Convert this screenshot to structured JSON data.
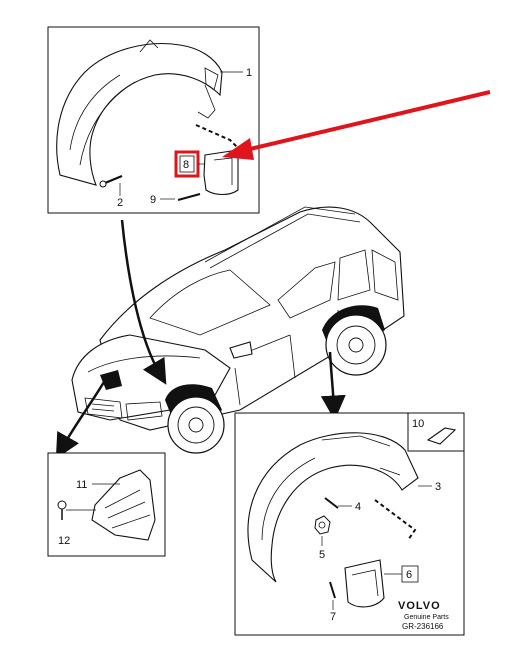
{
  "callouts": {
    "c1": "1",
    "c2": "2",
    "c3": "3",
    "c4": "4",
    "c5": "5",
    "c6": "6",
    "c7": "7",
    "c8": "8",
    "c9": "9",
    "c10": "10",
    "c11": "11",
    "c12": "12"
  },
  "brand": {
    "name": "VOLVO",
    "subtitle": "Genuine Parts",
    "figure_code": "GR-236166"
  },
  "colors": {
    "highlight": "#e0141b",
    "line": "#111111"
  }
}
